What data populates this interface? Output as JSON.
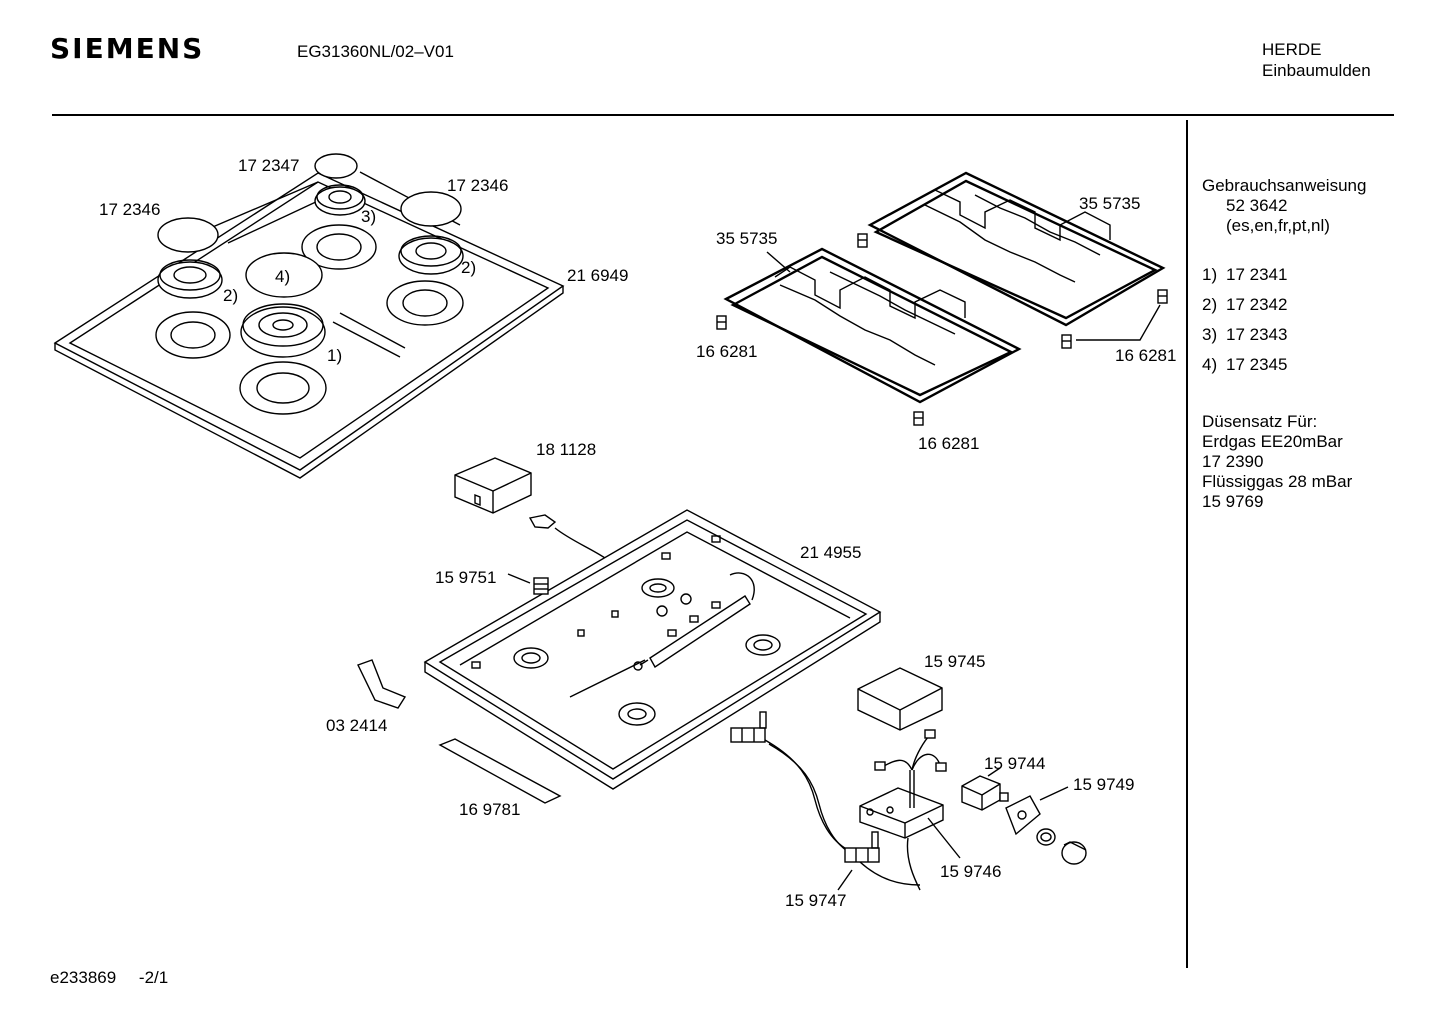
{
  "header": {
    "brand": "SIEMENS",
    "model": "EG31360NL/02–V01",
    "category": "HERDE",
    "subcategory": "Einbaumulden"
  },
  "footer": {
    "doc_id": "e233869",
    "page": "-2/1"
  },
  "sidebar": {
    "manual_title": "Gebrauchsanweisung",
    "manual_number": "52 3642",
    "manual_languages": "(es,en,fr,pt,nl)",
    "burner_caps": [
      {
        "index": "1)",
        "part": "17 2341"
      },
      {
        "index": "2)",
        "part": "17 2342"
      },
      {
        "index": "3)",
        "part": "17 2343"
      },
      {
        "index": "4)",
        "part": "17 2345"
      }
    ],
    "nozzle_title": "Düsensatz Für:",
    "nozzle_gas1": "Erdgas EE20mBar",
    "nozzle_gas1_part": "17 2390",
    "nozzle_gas2": "Flüssiggas 28 mBar",
    "nozzle_gas2_part": "15 9769"
  },
  "diagram": {
    "labels": {
      "cap_small": "17 2347",
      "cap_right": "17 2346",
      "cap_left": "17 2346",
      "marker_3": "3)",
      "marker_4": "4)",
      "marker_2_left": "2)",
      "marker_2_right": "2)",
      "marker_1": "1)",
      "cooktop": "21 6949",
      "grate_right": "35 5735",
      "grate_left": "35 5735",
      "foot_left": "16 6281",
      "foot_right": "16 6281",
      "foot_bottom": "16 6281",
      "ignition_box": "18 1128",
      "basin": "21 4955",
      "cable_gland": "15 9751",
      "clip": "03 2414",
      "seal_strip": "16 9781",
      "cover_plate": "15 9745",
      "switch": "15 9744",
      "bracket": "15 9749",
      "valve_box": "15 9746",
      "valve": "15 9747"
    }
  }
}
